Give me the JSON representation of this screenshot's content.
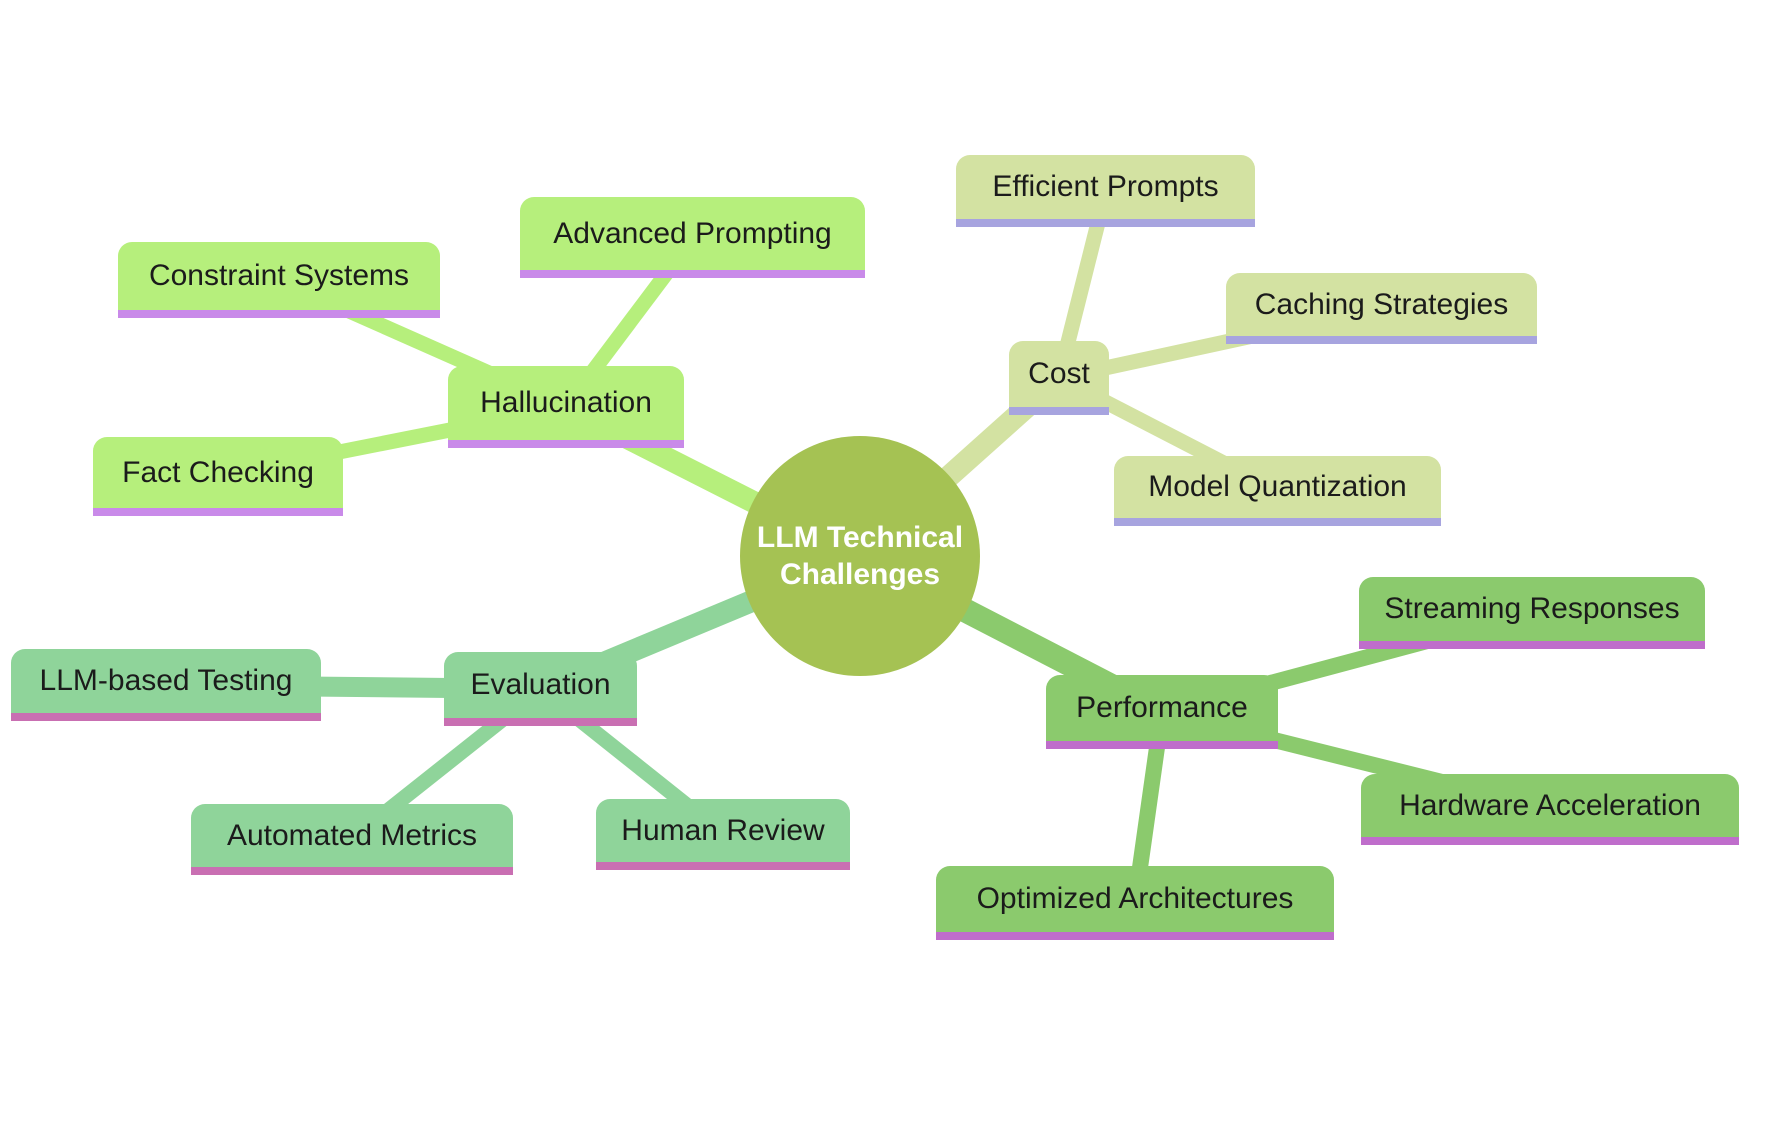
{
  "diagram": {
    "center": {
      "label": "LLM Technical Challenges",
      "fill": "#a5c253",
      "text_color": "#ffffff"
    },
    "branches": [
      {
        "name": "Hallucination",
        "fill": "#b6ef7c",
        "underline_color": "#c98ae9",
        "children": [
          "Constraint Systems",
          "Advanced Prompting",
          "Fact Checking"
        ]
      },
      {
        "name": "Cost",
        "fill": "#d3e2a2",
        "underline_color": "#a7a4df",
        "children": [
          "Efficient Prompts",
          "Caching Strategies",
          "Model Quantization"
        ]
      },
      {
        "name": "Evaluation",
        "fill": "#8fd49a",
        "underline_color": "#c96fb2",
        "children": [
          "LLM-based Testing",
          "Automated Metrics",
          "Human Review"
        ]
      },
      {
        "name": "Performance",
        "fill": "#8bca6d",
        "underline_color": "#bf6dcb",
        "children": [
          "Streaming Responses",
          "Hardware Acceleration",
          "Optimized Architectures"
        ]
      }
    ],
    "text_color": "#1b1b1b",
    "background": "#ffffff"
  }
}
